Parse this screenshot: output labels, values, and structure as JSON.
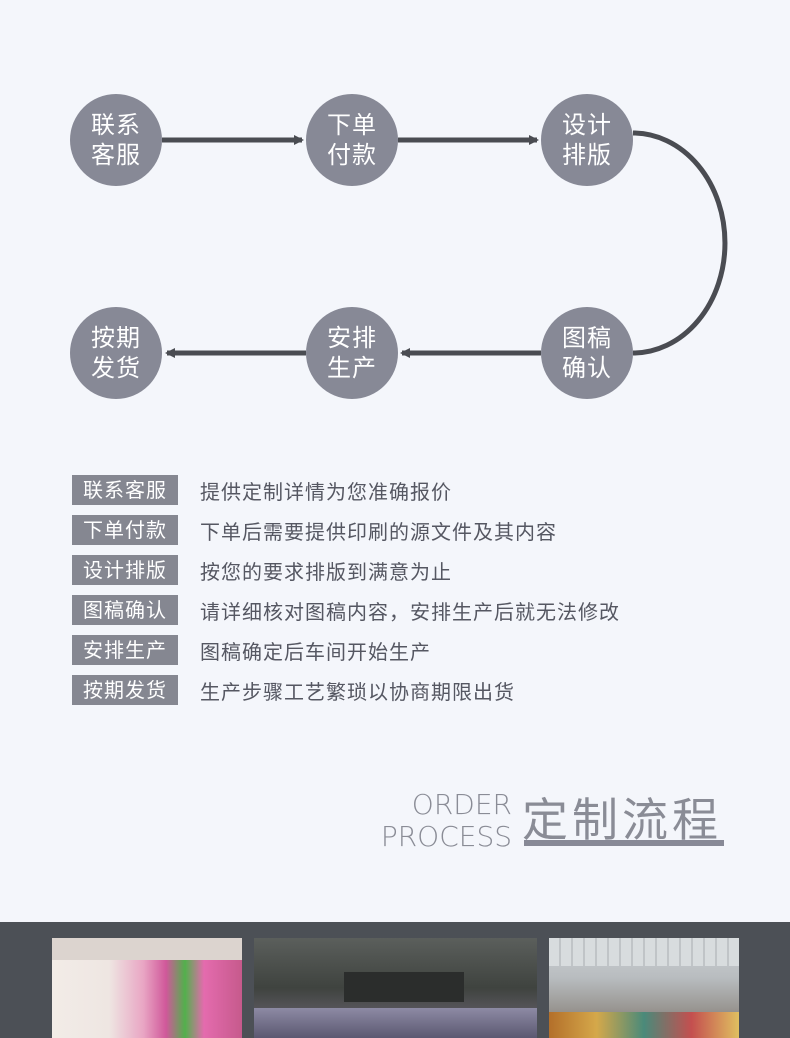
{
  "flow": {
    "nodes": [
      {
        "id": "contact",
        "line1": "联系",
        "line2": "客服"
      },
      {
        "id": "order",
        "line1": "下单",
        "line2": "付款"
      },
      {
        "id": "design",
        "line1": "设计",
        "line2": "排版"
      },
      {
        "id": "proof",
        "line1": "图稿",
        "line2": "确认"
      },
      {
        "id": "produce",
        "line1": "安排",
        "line2": "生产"
      },
      {
        "id": "deliver",
        "line1": "按期",
        "line2": "发货"
      }
    ]
  },
  "steps": [
    {
      "tag": "联系客服",
      "desc": "提供定制详情为您准确报价"
    },
    {
      "tag": "下单付款",
      "desc": "下单后需要提供印刷的源文件及其内容"
    },
    {
      "tag": "设计排版",
      "desc": "按您的要求排版到满意为止"
    },
    {
      "tag": "图稿确认",
      "desc": "请详细核对图稿内容，安排生产后就无法修改"
    },
    {
      "tag": "安排生产",
      "desc": "图稿确定后车间开始生产"
    },
    {
      "tag": "按期发货",
      "desc": "生产步骤工艺繁琐以协商期限出货"
    }
  ],
  "heading": {
    "en_line1": "ORDER",
    "en_line2": "PROCESS",
    "cn": "定制流程"
  },
  "colors": {
    "circle": "#878996",
    "arrow": "#4a4c52",
    "background": "#f4f6fb",
    "gallery_bg": "#4c5056"
  }
}
